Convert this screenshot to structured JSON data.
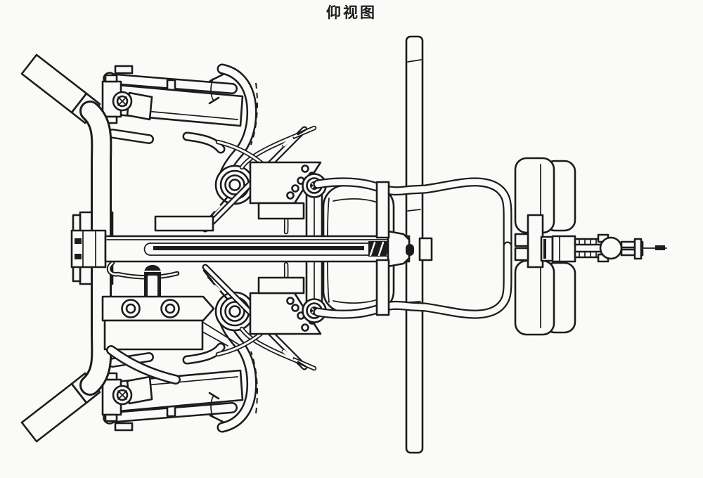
{
  "title": "仰视图",
  "colors": {
    "ink": "#1c1c1c",
    "paper": "#fafaf8"
  },
  "drawing": {
    "type": "patent-style technical line drawing",
    "view": "bottom view",
    "components": [
      "left handlebar grips",
      "handlebar column with clamps",
      "swing arms with pedal cylinders",
      "coil springs",
      "diagonal shock rods and cables",
      "pivot plates with adjustment holes",
      "central telescopic shaft with clevis",
      "seat base and frame tubes",
      "long deck board",
      "twin rear wheels",
      "axle hub",
      "tow hitch ball with clevis rod"
    ]
  }
}
